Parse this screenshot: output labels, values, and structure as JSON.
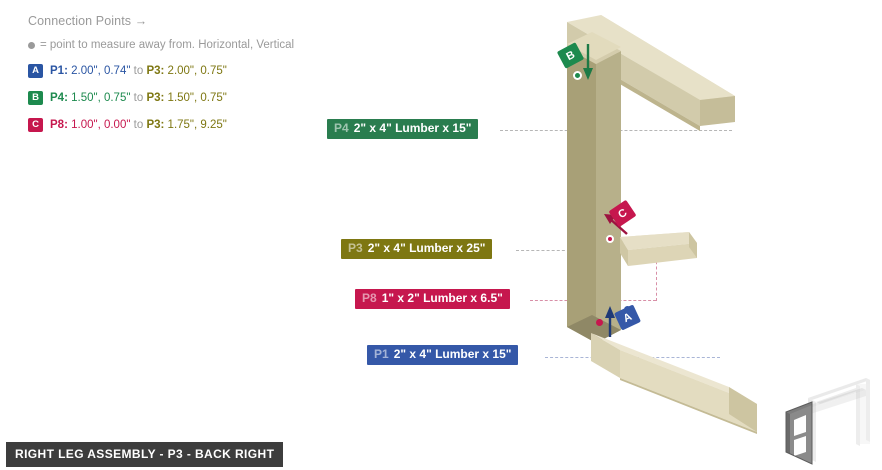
{
  "legend": {
    "title": "Connection Points →",
    "note": "= point to measure away from. Horizontal, Vertical",
    "rows": [
      {
        "badge": "A",
        "badge_color": "#2a55a3",
        "from_part": "P1:",
        "from_value": "2.00\", 0.74\"",
        "connector": "to",
        "to_part": "P3:",
        "to_value": "2.00\", 0.75\""
      },
      {
        "badge": "B",
        "badge_color": "#1d8a4e",
        "from_part": "P4:",
        "from_value": "1.50\", 0.75\"",
        "connector": "to",
        "to_part": "P3:",
        "to_value": "1.50\", 0.75\""
      },
      {
        "badge": "C",
        "badge_color": "#c6174e",
        "from_part": "P8:",
        "from_value": "1.00\", 0.00\"",
        "connector": "to",
        "to_part": "P3:",
        "to_value": "1.75\", 9.25\""
      }
    ]
  },
  "part_labels": [
    {
      "id": "P4",
      "text": "2\" x 4\" Lumber  x 15\"",
      "color": "#2a7d4f"
    },
    {
      "id": "P3",
      "text": "2\" x 4\" Lumber  x 25\"",
      "color": "#7e7712"
    },
    {
      "id": "P8",
      "text": "1\" x 2\" Lumber x 6.5\"",
      "color": "#c6174e"
    },
    {
      "id": "P1",
      "text": "2\" x 4\" Lumber  x 15\"",
      "color": "#3558a8"
    }
  ],
  "markers": [
    {
      "label": "B",
      "color": "#1d8a4e"
    },
    {
      "label": "C",
      "color": "#c6174e"
    },
    {
      "label": "A",
      "color": "#3558a8"
    }
  ],
  "title_bar": {
    "text": "RIGHT LEG ASSEMBLY - P3 - BACK RIGHT"
  },
  "colors": {
    "background": "#ffffff",
    "wood_light": "#e8e2cb",
    "wood_mid": "#d6cfae",
    "wood_dark": "#a39c72",
    "wood_post": "#b5ad85",
    "title_bar": "#3d3d3d",
    "legend_gray": "#9a9a9a",
    "leader_gray": "#b6b6b6"
  }
}
